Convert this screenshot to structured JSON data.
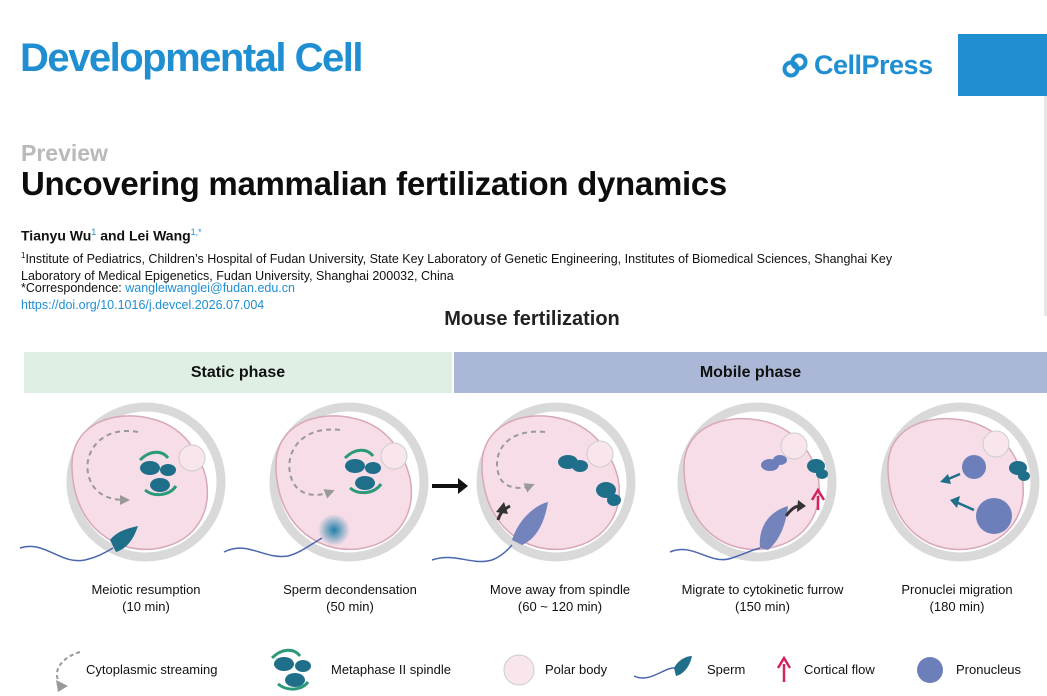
{
  "header": {
    "journal": "Developmental Cell",
    "publisher": "CellPress",
    "publisher_icon": "cellpress-logo-icon",
    "brand_color": "#1f8fd2"
  },
  "article": {
    "kicker": "Preview",
    "title": "Uncovering mammalian fertilization dynamics",
    "authors": [
      {
        "name": "Tianyu Wu",
        "sup": "1"
      },
      {
        "name": "Lei Wang",
        "sup": "1,*"
      }
    ],
    "author_joiner": "and",
    "affiliation_sup": "1",
    "affiliation": "Institute of Pediatrics, Children’s Hospital of Fudan University, State Key Laboratory of Genetic Engineering, Institutes of Biomedical Sciences, Shanghai Key Laboratory of Medical Epigenetics, Fudan University, Shanghai 200032, China",
    "correspondence_label": "*Correspondence: ",
    "correspondence_email": "wangleiwanglei@fudan.edu.cn",
    "doi": "https://doi.org/10.1016/j.devcel.2026.07.004"
  },
  "figure": {
    "title": "Mouse fertilization",
    "phases": [
      {
        "label": "Static phase",
        "color": "#e0efe4"
      },
      {
        "label": "Mobile phase",
        "color": "#aab7d6"
      }
    ],
    "stages": [
      {
        "name": "Meiotic resumption",
        "time": "(10 min)"
      },
      {
        "name": "Sperm decondensation",
        "time": "(50 min)"
      },
      {
        "name": "Move away from spindle",
        "time": "(60 ~ 120 min)"
      },
      {
        "name": "Migrate to cytokinetic furrow",
        "time": "(150 min)"
      },
      {
        "name": "Pronuclei migration",
        "time": "(180 min)"
      }
    ],
    "legend": [
      {
        "label": "Cytoplasmic streaming",
        "icon": "dashed-arrow-icon"
      },
      {
        "label": "Metaphase II spindle",
        "icon": "spindle-icon"
      },
      {
        "label": "Polar body",
        "icon": "polar-body-icon"
      },
      {
        "label": "Sperm",
        "icon": "sperm-icon"
      },
      {
        "label": "Cortical flow",
        "icon": "red-arrow-icon"
      },
      {
        "label": "Pronucleus",
        "icon": "pronucleus-icon"
      }
    ],
    "colors": {
      "zona": "#d9d9d9",
      "cytoplasm": "#f7dde7",
      "spindle": "#1f6f8b",
      "spindle_fiber": "#2a9a7a",
      "sperm_head": "#1f6f8b",
      "sperm_mobile": "#7384bd",
      "pronucleus": "#6d7fba",
      "tail": "#4a66b0",
      "cortical_flow": "#d6245a"
    }
  }
}
